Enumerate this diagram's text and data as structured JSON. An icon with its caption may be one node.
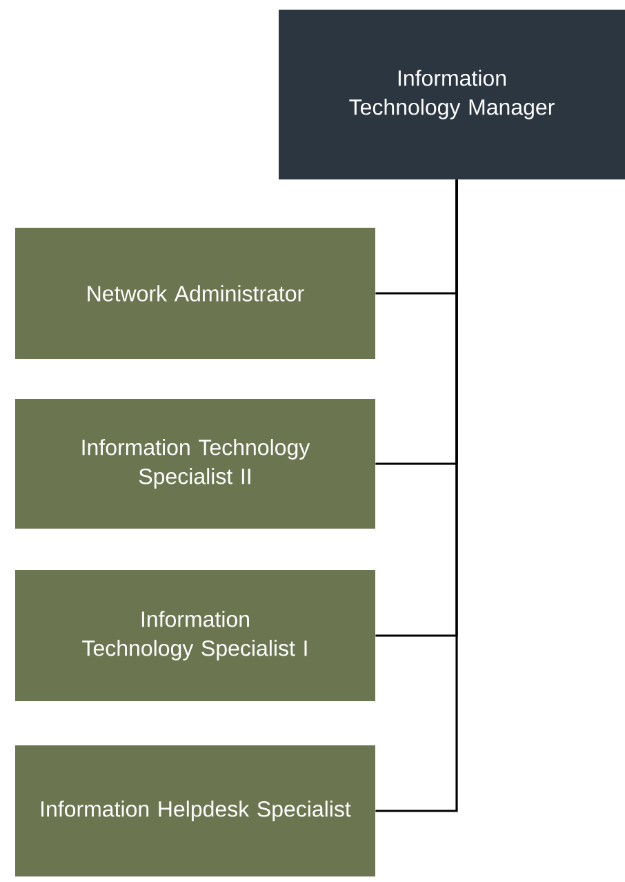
{
  "diagram": {
    "nodes": [
      {
        "text": [
          "Information Technology Manager"
        ]
      },
      {
        "text": [
          "Network Administrator"
        ]
      },
      {
        "text": [
          "Information Technology Specialist II"
        ]
      },
      {
        "text": [
          "Information Technology Specialist I"
        ]
      },
      {
        "text": [
          "Information Helpdesk Specialist"
        ]
      }
    ],
    "edges": [
      {
        "from": 0,
        "to": 1,
        "arrow": "none"
      },
      {
        "from": 0,
        "to": 2,
        "arrow": "none"
      },
      {
        "from": 0,
        "to": 3,
        "arrow": "none"
      },
      {
        "from": 0,
        "to": 4,
        "arrow": "none"
      }
    ]
  }
}
